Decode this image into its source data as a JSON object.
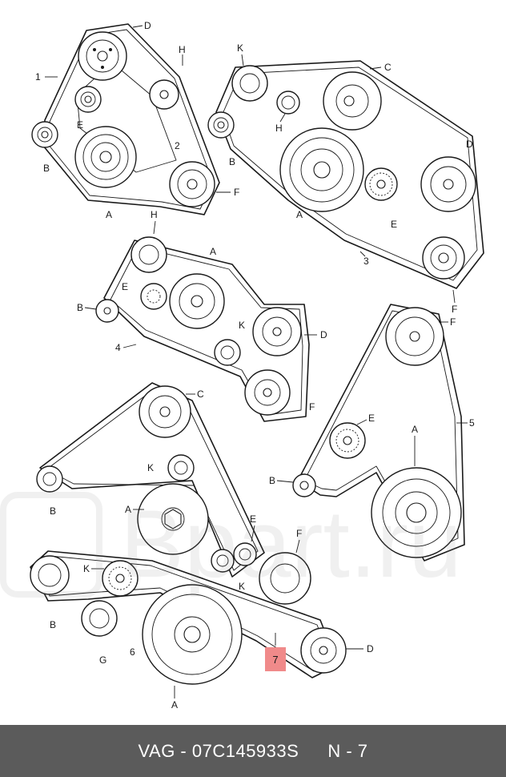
{
  "footer": {
    "part_number": "VAG - 07C145933S",
    "position": "N - 7"
  },
  "watermark": {
    "text": "Bpart.ru"
  },
  "highlight_label": "7",
  "diagram": {
    "layout1": {
      "labels": [
        "D",
        "H",
        "1",
        "E",
        "B",
        "A",
        "2",
        "F"
      ]
    },
    "layout2": {
      "labels": [
        "K",
        "C",
        "H",
        "B",
        "D",
        "A",
        "E",
        "3",
        "F"
      ]
    },
    "layout3": {
      "labels": [
        "H",
        "A",
        "E",
        "B",
        "K",
        "D",
        "4",
        "F"
      ]
    },
    "layout4": {
      "labels": [
        "C",
        "K",
        "B",
        "A",
        "E",
        "F",
        "K"
      ]
    },
    "layout5": {
      "labels": [
        "F",
        "E",
        "5",
        "A",
        "B"
      ]
    },
    "layout6": {
      "labels": [
        "K",
        "B",
        "G",
        "6",
        "A",
        "D"
      ]
    }
  }
}
